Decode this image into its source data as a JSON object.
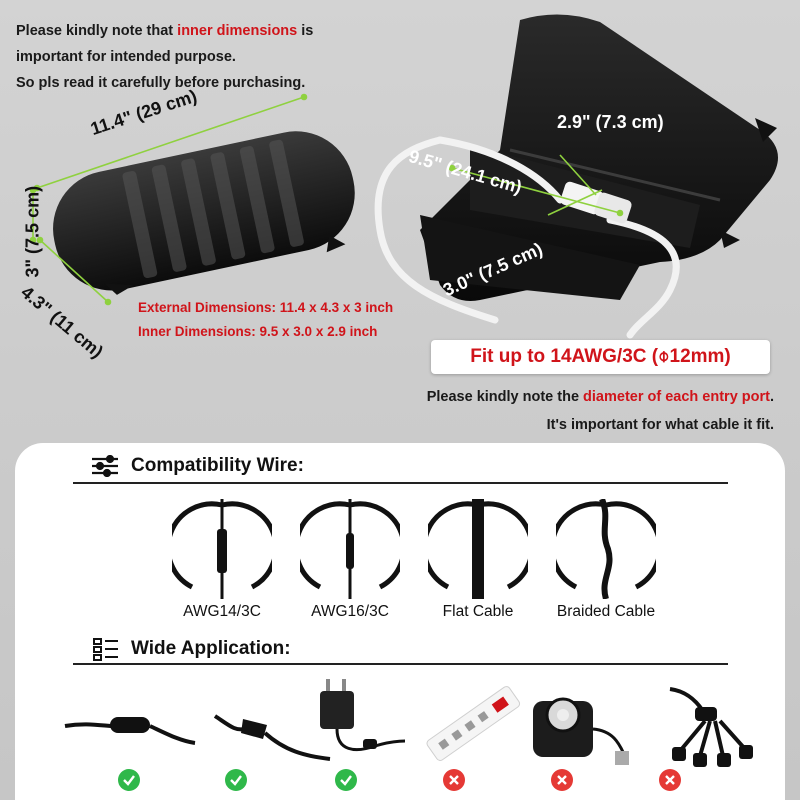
{
  "top_note": {
    "line1_pre": "Please kindly note that ",
    "line1_red": "inner dimensions",
    "line1_post": " is",
    "line2": "important for intended purpose.",
    "line3": "So pls read it carefully before purchasing."
  },
  "dimensions": {
    "length": "11.4\" (29 cm)",
    "height": "3\" (7.5 cm)",
    "width": "4.3\" (11 cm)",
    "inner_length": "9.5\" (24.1 cm)",
    "inner_width": "2.9\" (7.3 cm)",
    "inner_height": "3.0\" (7.5 cm)",
    "external": "External Dimensions: 11.4 x 4.3 x 3 inch",
    "inner": "Inner Dimensions: 9.5 x 3.0 x 2.9 inch"
  },
  "fit_badge": "Fit up to 14AWG/3C (⌽12mm)",
  "port_note": {
    "line1_pre": "Please kindly note the ",
    "line1_red": "diameter of each entry port",
    "line1_post": ".",
    "line2": "It's important for what cable it fit."
  },
  "compatibility": {
    "title": "Compatibility Wire:",
    "icon": "sliders-icon",
    "wires": [
      {
        "label": "AWG14/3C"
      },
      {
        "label": "AWG16/3C"
      },
      {
        "label": "Flat Cable"
      },
      {
        "label": "Braided Cable"
      }
    ]
  },
  "application": {
    "title": "Wide Application:",
    "icon": "list-grid-icon",
    "items": [
      {
        "name": "inline-cord-connector",
        "compatible": true
      },
      {
        "name": "plug-cord",
        "compatible": true
      },
      {
        "name": "power-adapter",
        "compatible": true
      },
      {
        "name": "power-strip",
        "compatible": false
      },
      {
        "name": "timer-outlet",
        "compatible": false
      },
      {
        "name": "splitter-cord",
        "compatible": false
      }
    ]
  },
  "colors": {
    "accent_red": "#d0141a",
    "dimension_green": "#8fd13f",
    "check_green": "#2fb84a",
    "cross_red": "#e53935"
  }
}
